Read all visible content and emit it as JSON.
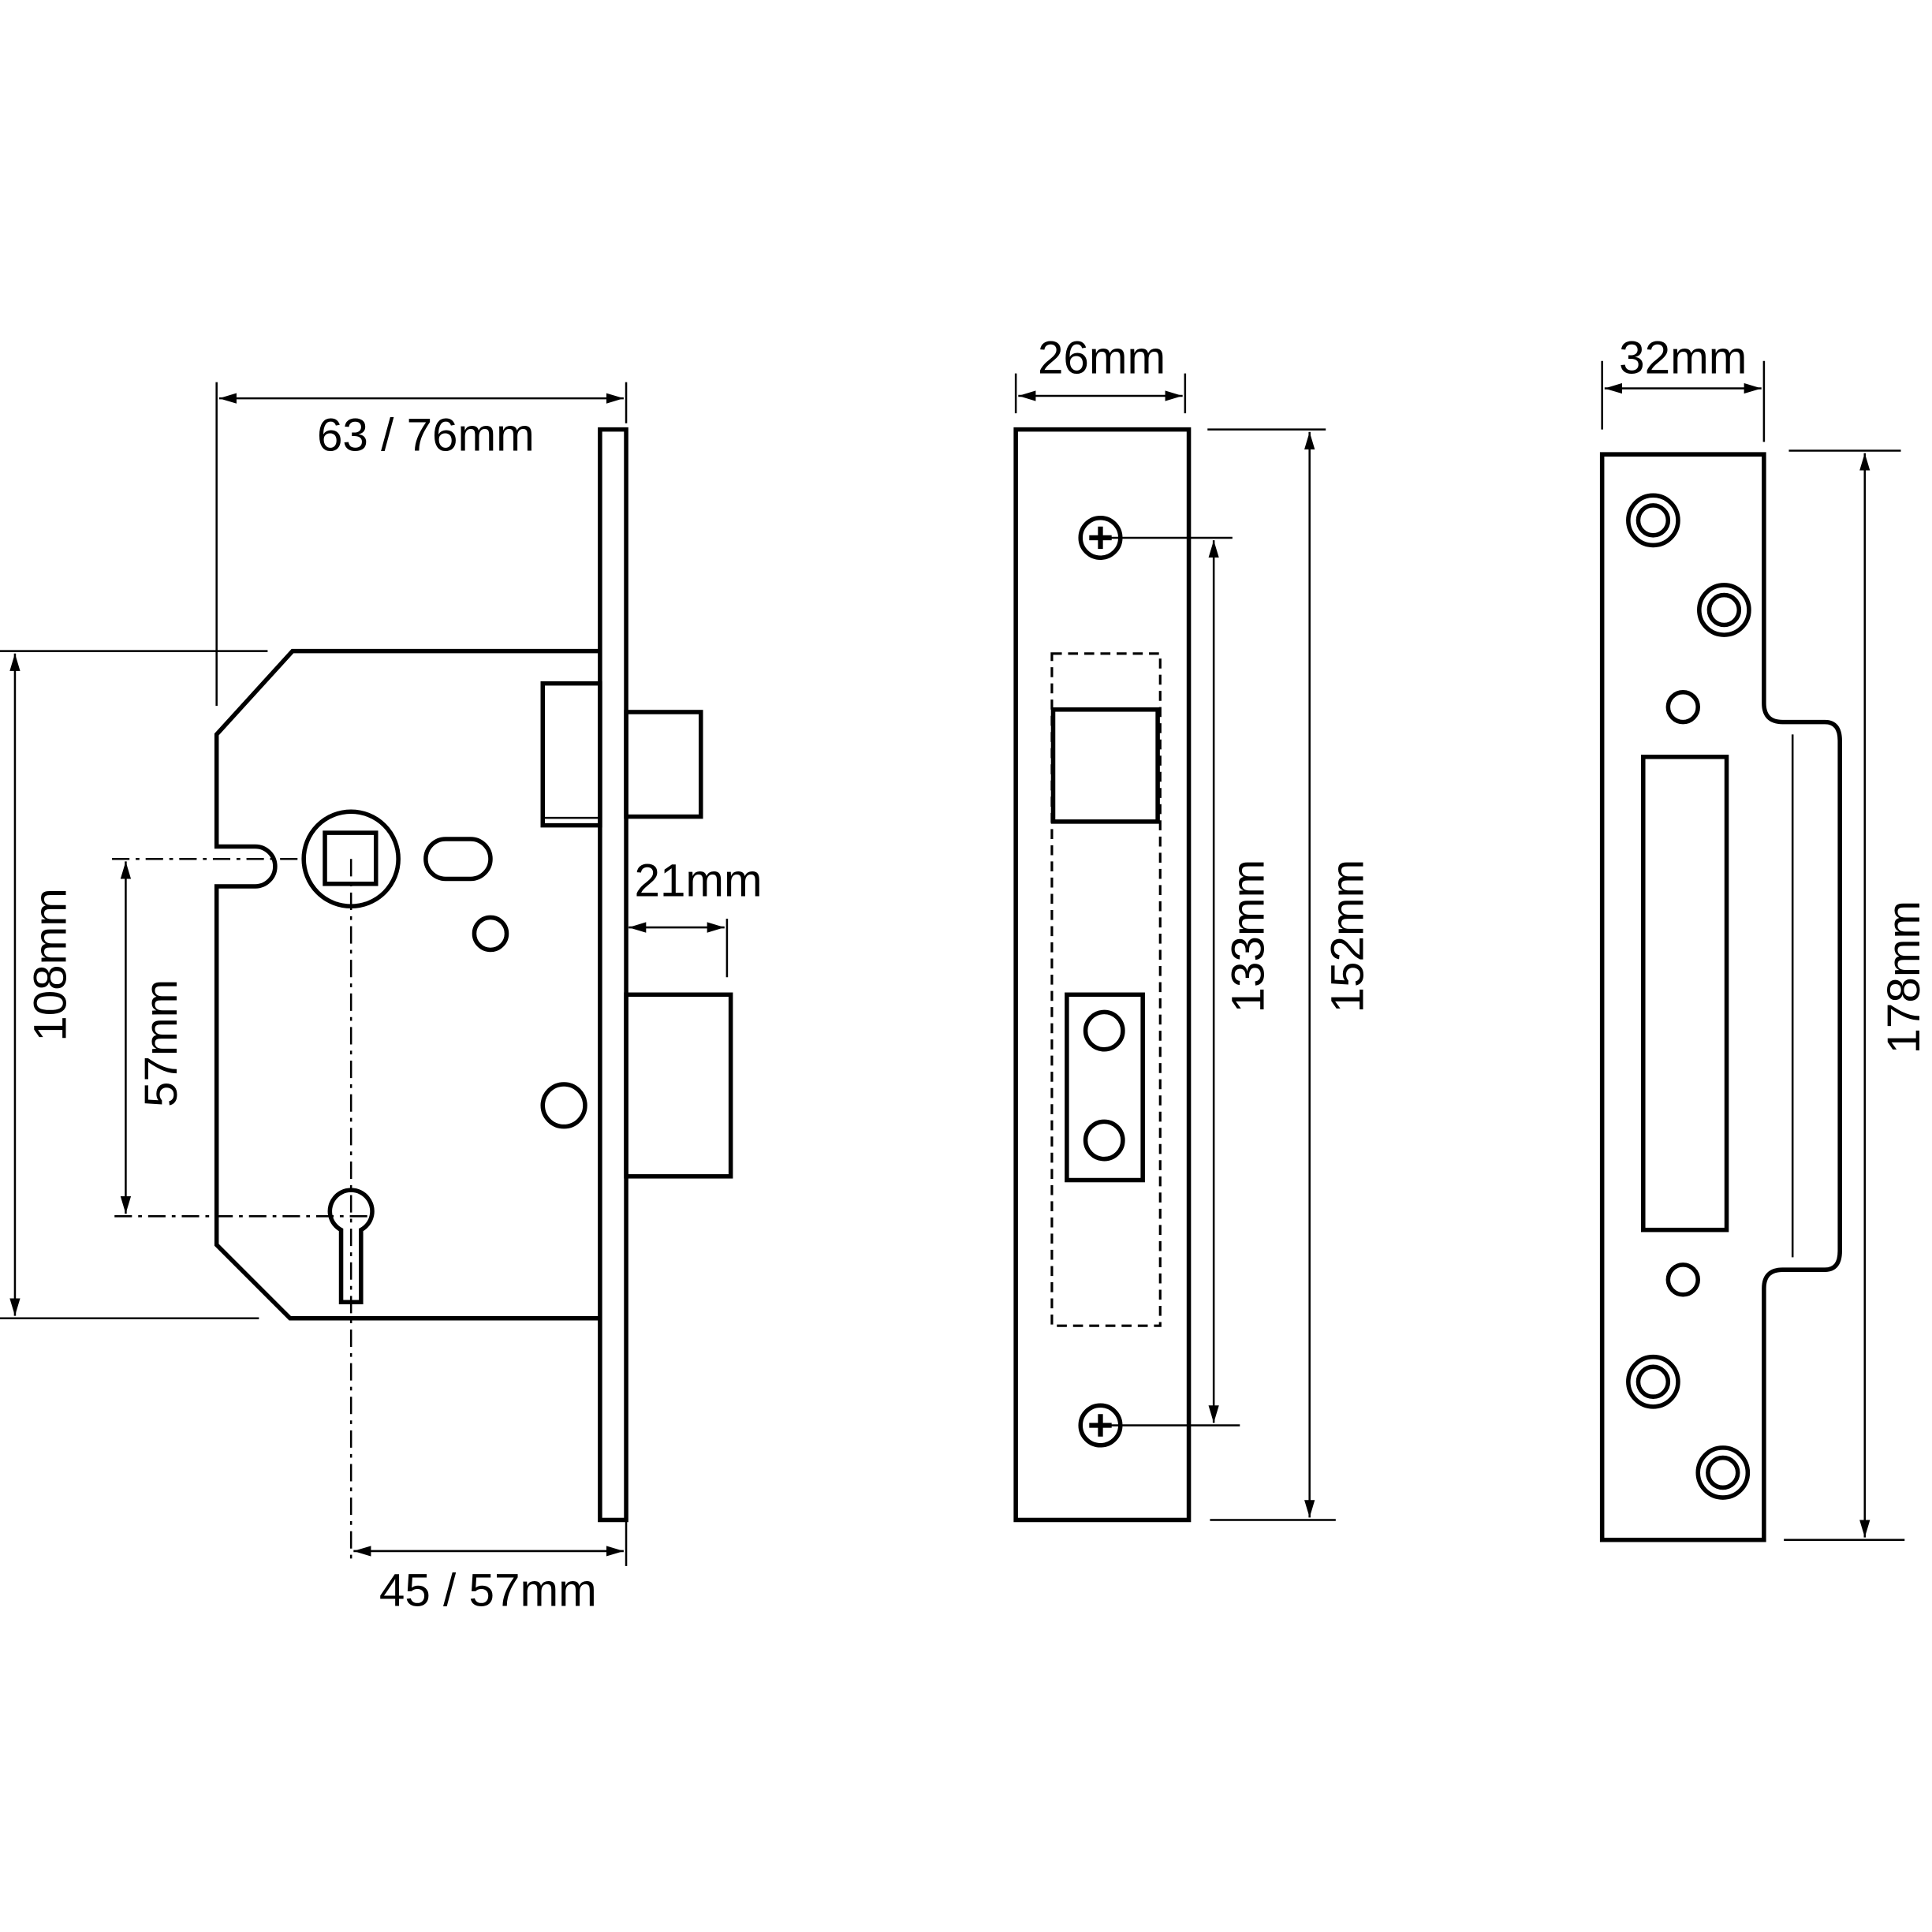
{
  "title": "Sash lock, forend and strike plate dimensions",
  "mortice_lock": {
    "backset_width": "63 / 76mm",
    "body_height": "108mm",
    "centres": "57mm",
    "bolt_throw": "21mm",
    "backset": "45 / 57mm"
  },
  "forend": {
    "width": "26mm",
    "screw_centres": "133mm",
    "length": "152mm"
  },
  "strike_plate": {
    "width": "32mm",
    "length": "178mm"
  },
  "colors": {
    "line": "#000000",
    "background": "#ffffff"
  }
}
